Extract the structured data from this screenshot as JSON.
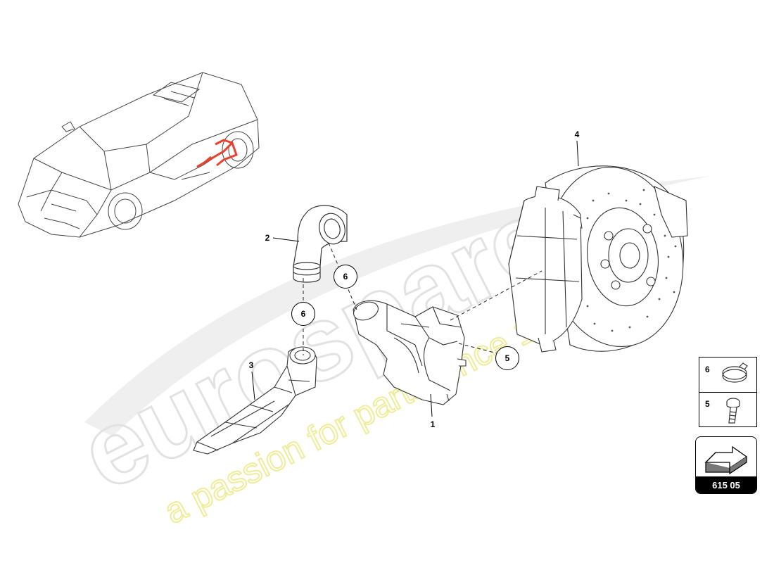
{
  "watermark": {
    "brand": "eurospares",
    "tagline": "a passion for parts since 1985"
  },
  "parts": [
    {
      "number": "1"
    },
    {
      "number": "2"
    },
    {
      "number": "3"
    },
    {
      "number": "4"
    }
  ],
  "callouts": [
    {
      "number": "6"
    },
    {
      "number": "6"
    },
    {
      "number": "5"
    }
  ],
  "legend": {
    "rows": [
      {
        "number": "6",
        "icon": "hose-clamp-icon"
      },
      {
        "number": "5",
        "icon": "bolt-icon"
      }
    ]
  },
  "badge": {
    "code": "615 05",
    "icon": "section-arrow-icon"
  },
  "colors": {
    "line": "#333333",
    "highlight": "#e8412c",
    "watermark_grey": "#e6e6e6",
    "watermark_yellow": "#f3f0a0"
  }
}
